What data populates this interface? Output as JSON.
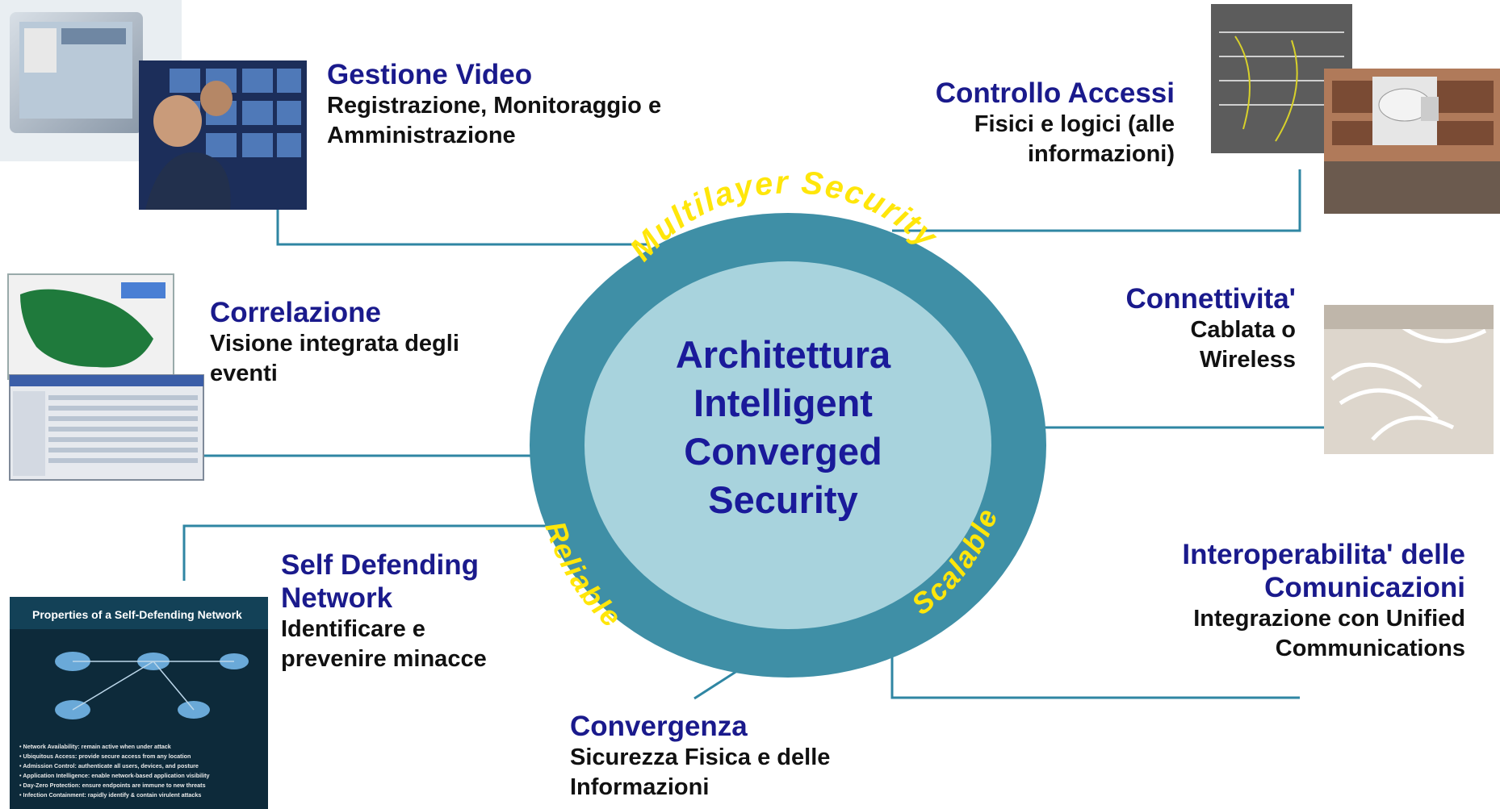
{
  "hub": {
    "lines": [
      "Architettura",
      "Intelligent",
      "Converged",
      "Security"
    ],
    "ring_labels": {
      "top": "Multilayer Security",
      "left": "Reliable",
      "right": "Scalable"
    }
  },
  "nodes": {
    "gestione_video": {
      "title": "Gestione Video",
      "desc": [
        "Registrazione, Monitoraggio e",
        "Amministrazione"
      ],
      "image": "video-surveillance-room"
    },
    "controllo_accessi": {
      "title": "Controllo Accessi",
      "desc": [
        "Fisici e logici (alle",
        "informazioni)"
      ],
      "image": "server-rack-and-camera"
    },
    "correlazione": {
      "title": "Correlazione",
      "desc": [
        "Visione integrata degli",
        "eventi"
      ],
      "image": "map-and-event-console"
    },
    "connettivita": {
      "title": "Connettivita'",
      "desc": [
        "Cablata o",
        "Wireless"
      ],
      "image": "network-cables"
    },
    "self_defending": {
      "title": [
        "Self Defending",
        "Network"
      ],
      "desc": [
        "Identificare e",
        "prevenire minacce"
      ],
      "image": "self-defending-network-slide"
    },
    "interoperabilita": {
      "title": [
        "Interoperabilita' delle",
        "Comunicazioni"
      ],
      "desc": [
        "Integrazione con Unified",
        "Communications"
      ]
    },
    "convergenza": {
      "title": "Convergenza",
      "desc": [
        "Sicurezza Fisica e delle",
        "Informazioni"
      ]
    }
  },
  "slide_thumbnail": {
    "title": "Properties of a Self-Defending Network",
    "bullets": [
      "Network Availability: remain active when under attack",
      "Ubiquitous Access: provide secure access from any location",
      "Admission Control: authenticate all users, devices, and posture",
      "Application Intelligence: enable network-based application visibility",
      "Day-Zero Protection: ensure endpoints are immune to new threats",
      "Infection Containment: rapidly identify & contain virulent attacks"
    ]
  },
  "colors": {
    "ring": "#3f8fa6",
    "inner": "#a8d3dd",
    "connector": "#2f86a3",
    "ring_text": "#ffe60a",
    "title": "#1a1a8c"
  }
}
